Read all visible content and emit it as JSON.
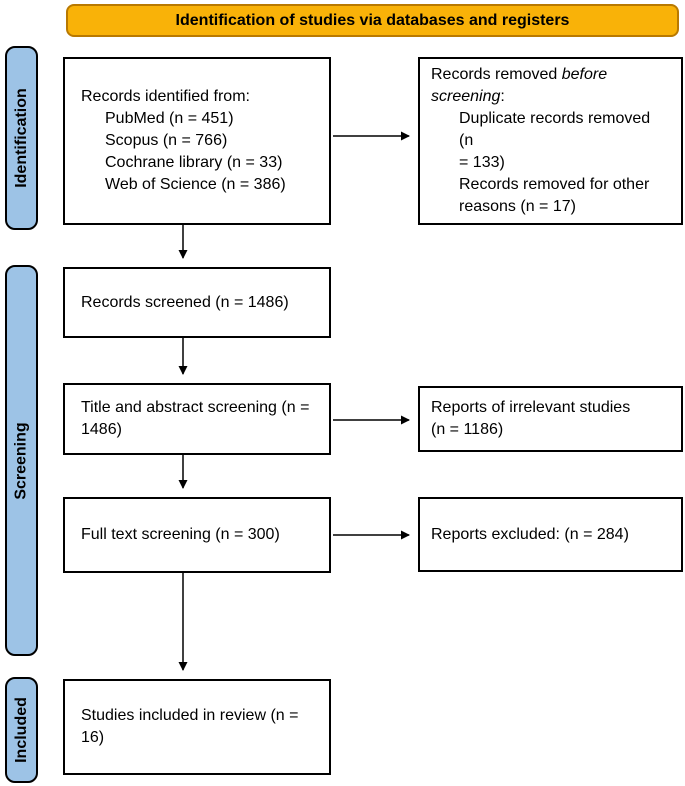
{
  "banner": {
    "title": "Identification of studies via databases and registers"
  },
  "colors": {
    "banner_fill": "#F9B208",
    "banner_border": "#B97900",
    "sidebar_fill": "#9DC3E6",
    "box_border": "#000000"
  },
  "sidebar": {
    "identification": "Identification",
    "screening": "Screening",
    "included": "Included"
  },
  "boxes": {
    "records_identified": {
      "heading": "Records identified from:",
      "sources": [
        "PubMed (n = 451)",
        "Scopus (n = 766)",
        "Cochrane library (n = 33)",
        "Web of Science (n = 386)"
      ]
    },
    "records_removed": {
      "heading_pre": "Records removed ",
      "heading_italic1": "before",
      "heading_italic2": "screening",
      "heading_post": ":",
      "item_lines": [
        "Duplicate records removed (n",
        "= 133)",
        "Records removed for other",
        "reasons (n = 17)"
      ]
    },
    "records_screened": {
      "lines": [
        "Records screened (n = 1486)"
      ]
    },
    "title_abstract": {
      "lines": [
        "Title and abstract screening (n =",
        "1486)"
      ]
    },
    "irrelevant": {
      "lines": [
        "Reports of irrelevant studies",
        "(n = 1186)"
      ]
    },
    "full_text": {
      "lines": [
        "Full text screening (n = 300)"
      ]
    },
    "excluded": {
      "lines": [
        "Reports excluded: (n = 284)"
      ]
    },
    "included_review": {
      "lines": [
        "Studies included in review (n =",
        "16)"
      ]
    }
  }
}
